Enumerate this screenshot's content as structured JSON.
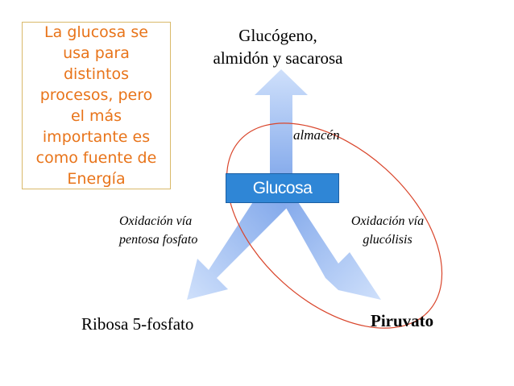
{
  "note": {
    "lines": [
      "La glucosa se",
      "usa para",
      "distintos",
      "procesos, pero",
      "el más",
      "importante es",
      "como fuente de",
      "Energía"
    ],
    "color": "#e8741a"
  },
  "center_node": {
    "label": "Glucosa",
    "color": "#2f86d6"
  },
  "top_product": {
    "line1": "Glucógeno,",
    "line2": "almidón y sacarosa"
  },
  "store_label": "almacén",
  "left_path": {
    "line1": "Oxidación vía",
    "line2": "pentosa fosfato"
  },
  "right_path": {
    "line1": "Oxidación vía",
    "line2": "glucólisis"
  },
  "left_product": "Ribosa 5-fosfato",
  "right_product": "Piruvato",
  "arrow_color": "#8fb4ef",
  "ellipse_color": "#d9452b"
}
